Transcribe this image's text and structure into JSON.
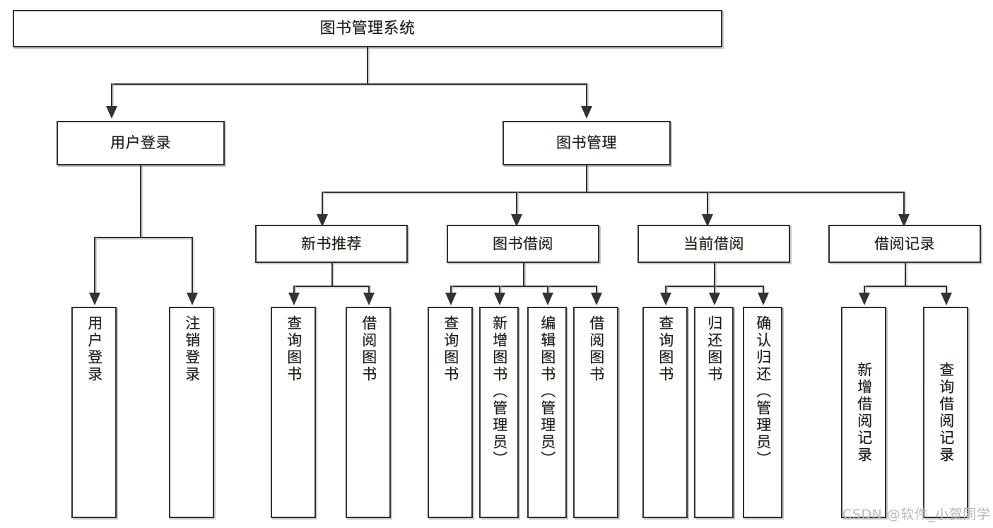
{
  "diagram": {
    "type": "hierarchy-tree",
    "title": "图书管理系统",
    "levels": 4,
    "root": {
      "id": "root",
      "label": "图书管理系统"
    },
    "level2": [
      {
        "id": "user-login",
        "label": "用户登录"
      },
      {
        "id": "book-management",
        "label": "图书管理"
      }
    ],
    "level3": [
      {
        "id": "new-book-recommend",
        "label": "新书推荐",
        "parent": "book-management"
      },
      {
        "id": "book-borrow",
        "label": "图书借阅",
        "parent": "book-management"
      },
      {
        "id": "current-borrow",
        "label": "当前借阅",
        "parent": "book-management"
      },
      {
        "id": "borrow-record",
        "label": "借阅记录",
        "parent": "book-management"
      }
    ],
    "leaves": {
      "user_login": [
        {
          "id": "leaf-user-login",
          "label": "用户登录"
        },
        {
          "id": "leaf-logout",
          "label": "注销登录"
        }
      ],
      "new_book_recommend": [
        {
          "id": "leaf-query-book-1",
          "label": "查询图书"
        },
        {
          "id": "leaf-borrow-book-1",
          "label": "借阅图书"
        }
      ],
      "book_borrow": [
        {
          "id": "leaf-query-book-2",
          "label": "查询图书"
        },
        {
          "id": "leaf-add-book",
          "label": "新增图书（管理员）"
        },
        {
          "id": "leaf-edit-book",
          "label": "编辑图书（管理员）"
        },
        {
          "id": "leaf-borrow-book-2",
          "label": "借阅图书"
        }
      ],
      "current_borrow": [
        {
          "id": "leaf-query-book-3",
          "label": "查询图书"
        },
        {
          "id": "leaf-return-book",
          "label": "归还图书"
        },
        {
          "id": "leaf-confirm-return",
          "label": "确认归还（管理员）"
        }
      ],
      "borrow_record": [
        {
          "id": "leaf-add-record",
          "label": "新增借阅记录"
        },
        {
          "id": "leaf-query-record",
          "label": "查询借阅记录"
        }
      ]
    }
  },
  "watermark": {
    "text": "CSDN @软件_小贺同学"
  },
  "colors": {
    "background": "#ffffff",
    "border": "#333333",
    "text": "#1c1c1c",
    "connector": "#333333",
    "watermark": "#b9b9b9"
  }
}
